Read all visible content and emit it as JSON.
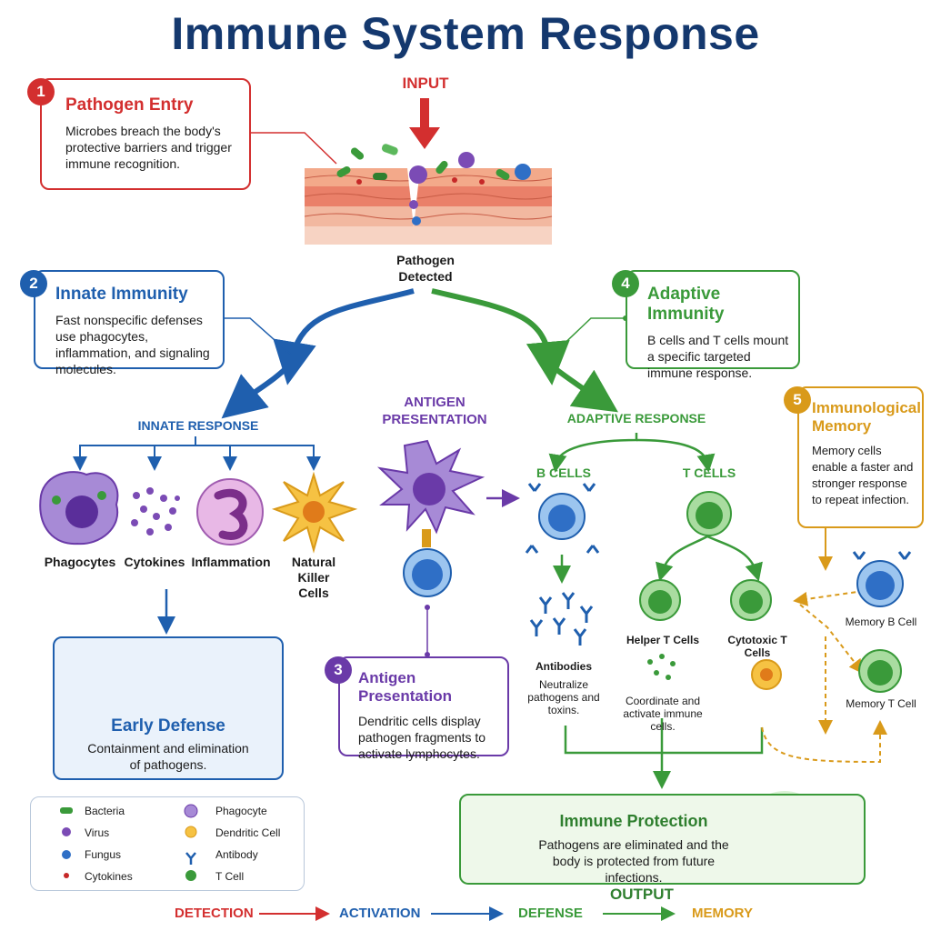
{
  "title": "Immune System Response",
  "input_label": "INPUT",
  "pathogen_detected": "Pathogen\nDetected",
  "steps": [
    {
      "num": "1",
      "heading": "Pathogen Entry",
      "text": "Microbes breach the body's protective barriers and trigger immune recognition."
    },
    {
      "num": "2",
      "heading": "Innate Immunity",
      "text": "Fast nonspecific defenses use phagocytes, inflammation, and signaling molecules."
    },
    {
      "num": "3",
      "heading": "Antigen Presentation",
      "text": "Dendritic cells display pathogen fragments to activate lymphocytes."
    },
    {
      "num": "4",
      "heading": "Adaptive Immunity",
      "text": "B cells and T cells mount a specific targeted immune response."
    },
    {
      "num": "5",
      "heading": "Immunological Memory",
      "text": "Memory cells enable a faster and stronger response to repeat infection."
    }
  ],
  "innate": {
    "title": "INNATE RESPONSE",
    "cells": [
      "Phagocytes",
      "Cytokines",
      "Inflammation",
      "Natural Killer Cells"
    ]
  },
  "antigen_title": "ANTIGEN PRESENTATION",
  "adaptive": {
    "title": "ADAPTIVE RESPONSE",
    "b_cells": "B CELLS",
    "t_cells": "T CELLS",
    "antibodies_title": "Antibodies",
    "antibodies_text": "Neutralize pathogens and toxins.",
    "helper": "Helper T Cells",
    "helper_text": "Coordinate and activate immune cells.",
    "cytotoxic": "Cytotoxic T Cells"
  },
  "memory_b": "Memory B Cell",
  "memory_t": "Memory T Cell",
  "early_defense": {
    "heading": "Early Defense",
    "text": "Containment and elimination of pathogens."
  },
  "protection": {
    "heading": "Immune Protection",
    "text": "Pathogens are eliminated and the body is protected from future infections."
  },
  "output_label": "OUTPUT",
  "legend": [
    "Bacteria",
    "Virus",
    "Fungus",
    "Cytokines",
    "Phagocyte",
    "Dendritic Cell",
    "Antibody",
    "T Cell"
  ],
  "flow": [
    "DETECTION",
    "ACTIVATION",
    "DEFENSE",
    "MEMORY"
  ],
  "colors": {
    "red": "#d32f2f",
    "blue": "#1f5fae",
    "green": "#3a9a3a",
    "purple": "#6a3aa8",
    "gold": "#d99a1a",
    "navy": "#14386e"
  }
}
